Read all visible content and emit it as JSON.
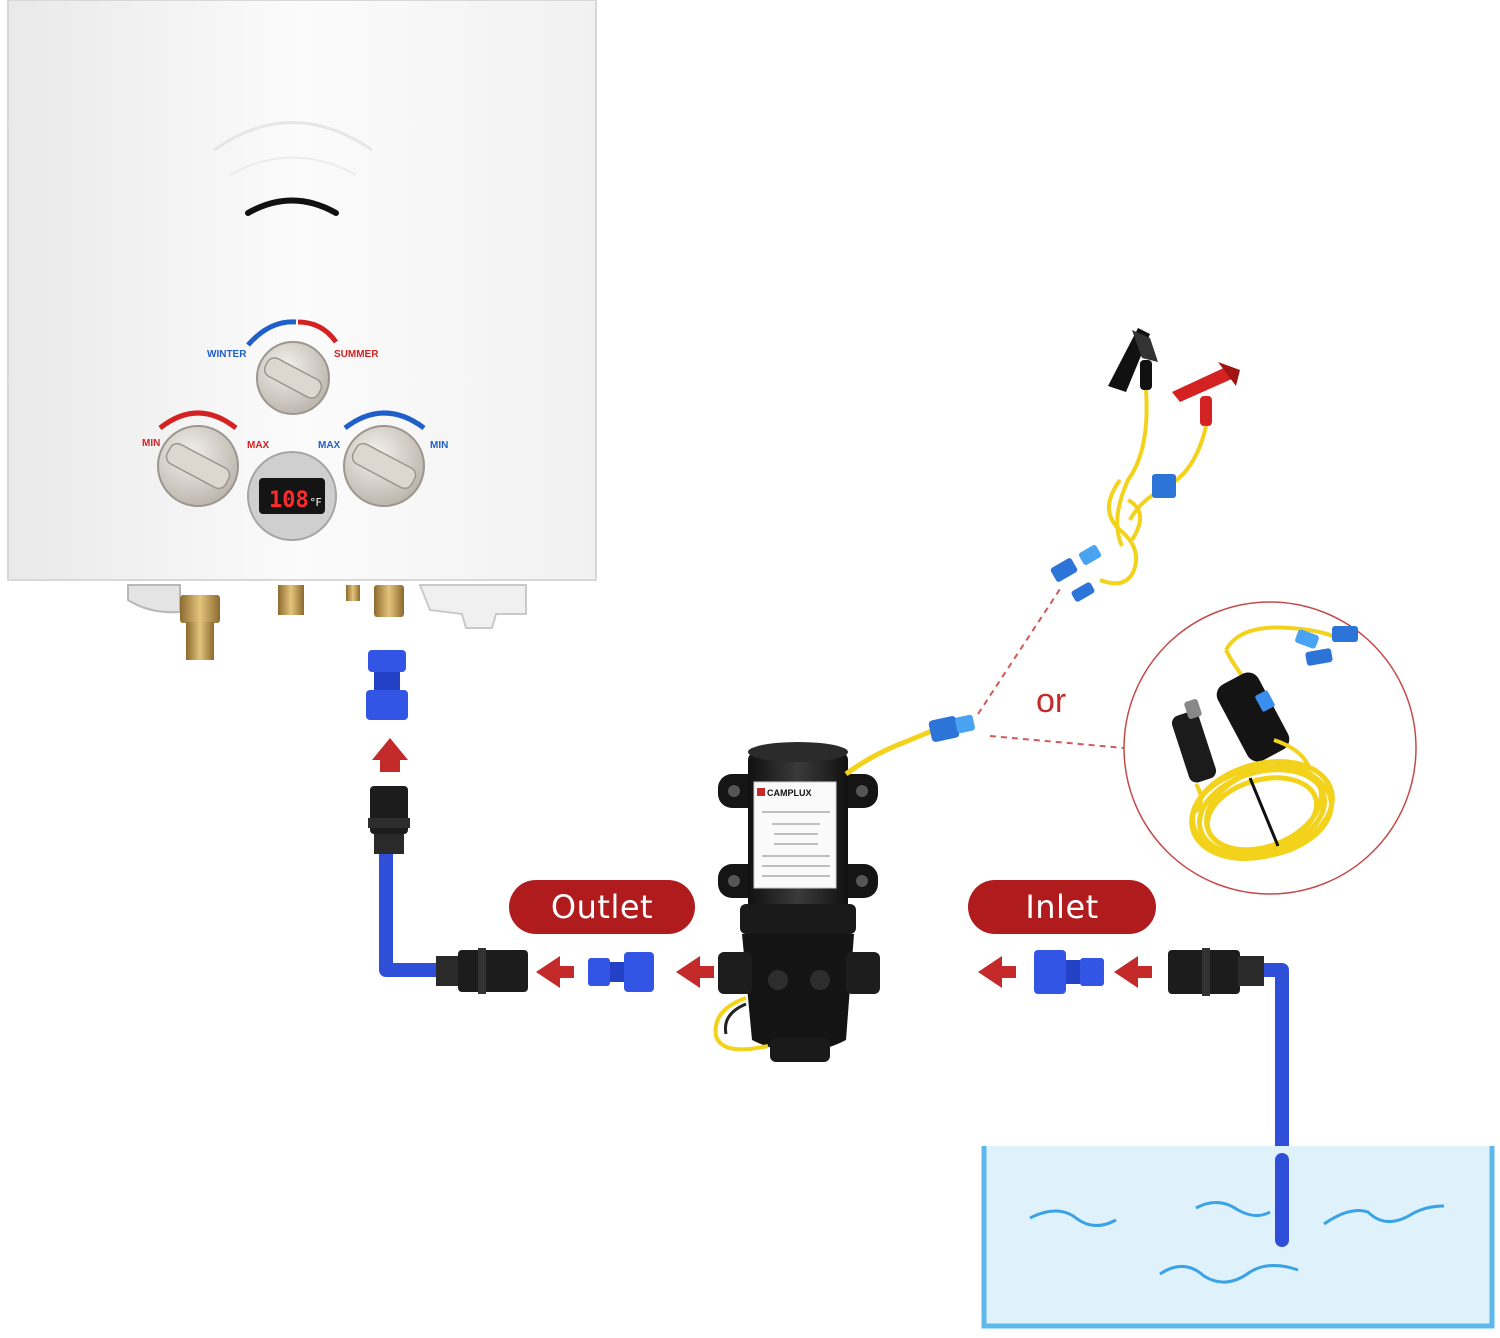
{
  "heater": {
    "display_value": "108",
    "display_unit": "°F",
    "season_left_label": "WINTER",
    "season_right_label": "SUMMER",
    "left_knob_min_label": "MIN",
    "left_knob_max_label": "MAX",
    "right_knob_max_label": "MAX",
    "right_knob_min_label": "MIN"
  },
  "pump": {
    "brand_label": "CAMPLUX"
  },
  "labels": {
    "outlet": "Outlet",
    "inlet": "Inlet",
    "or": "or"
  },
  "colors": {
    "pill_red": "#b01c1e",
    "arrow_red": "#c42a2a",
    "hose_blue": "#2f4fd8",
    "connector_blue": "#3355e6",
    "water_blue": "#dff1fb",
    "tank_edge": "#5fb8ec",
    "wire_yellow": "#f3d21c",
    "dash_red": "#d05a5a",
    "display_red": "#ff2a2a"
  }
}
